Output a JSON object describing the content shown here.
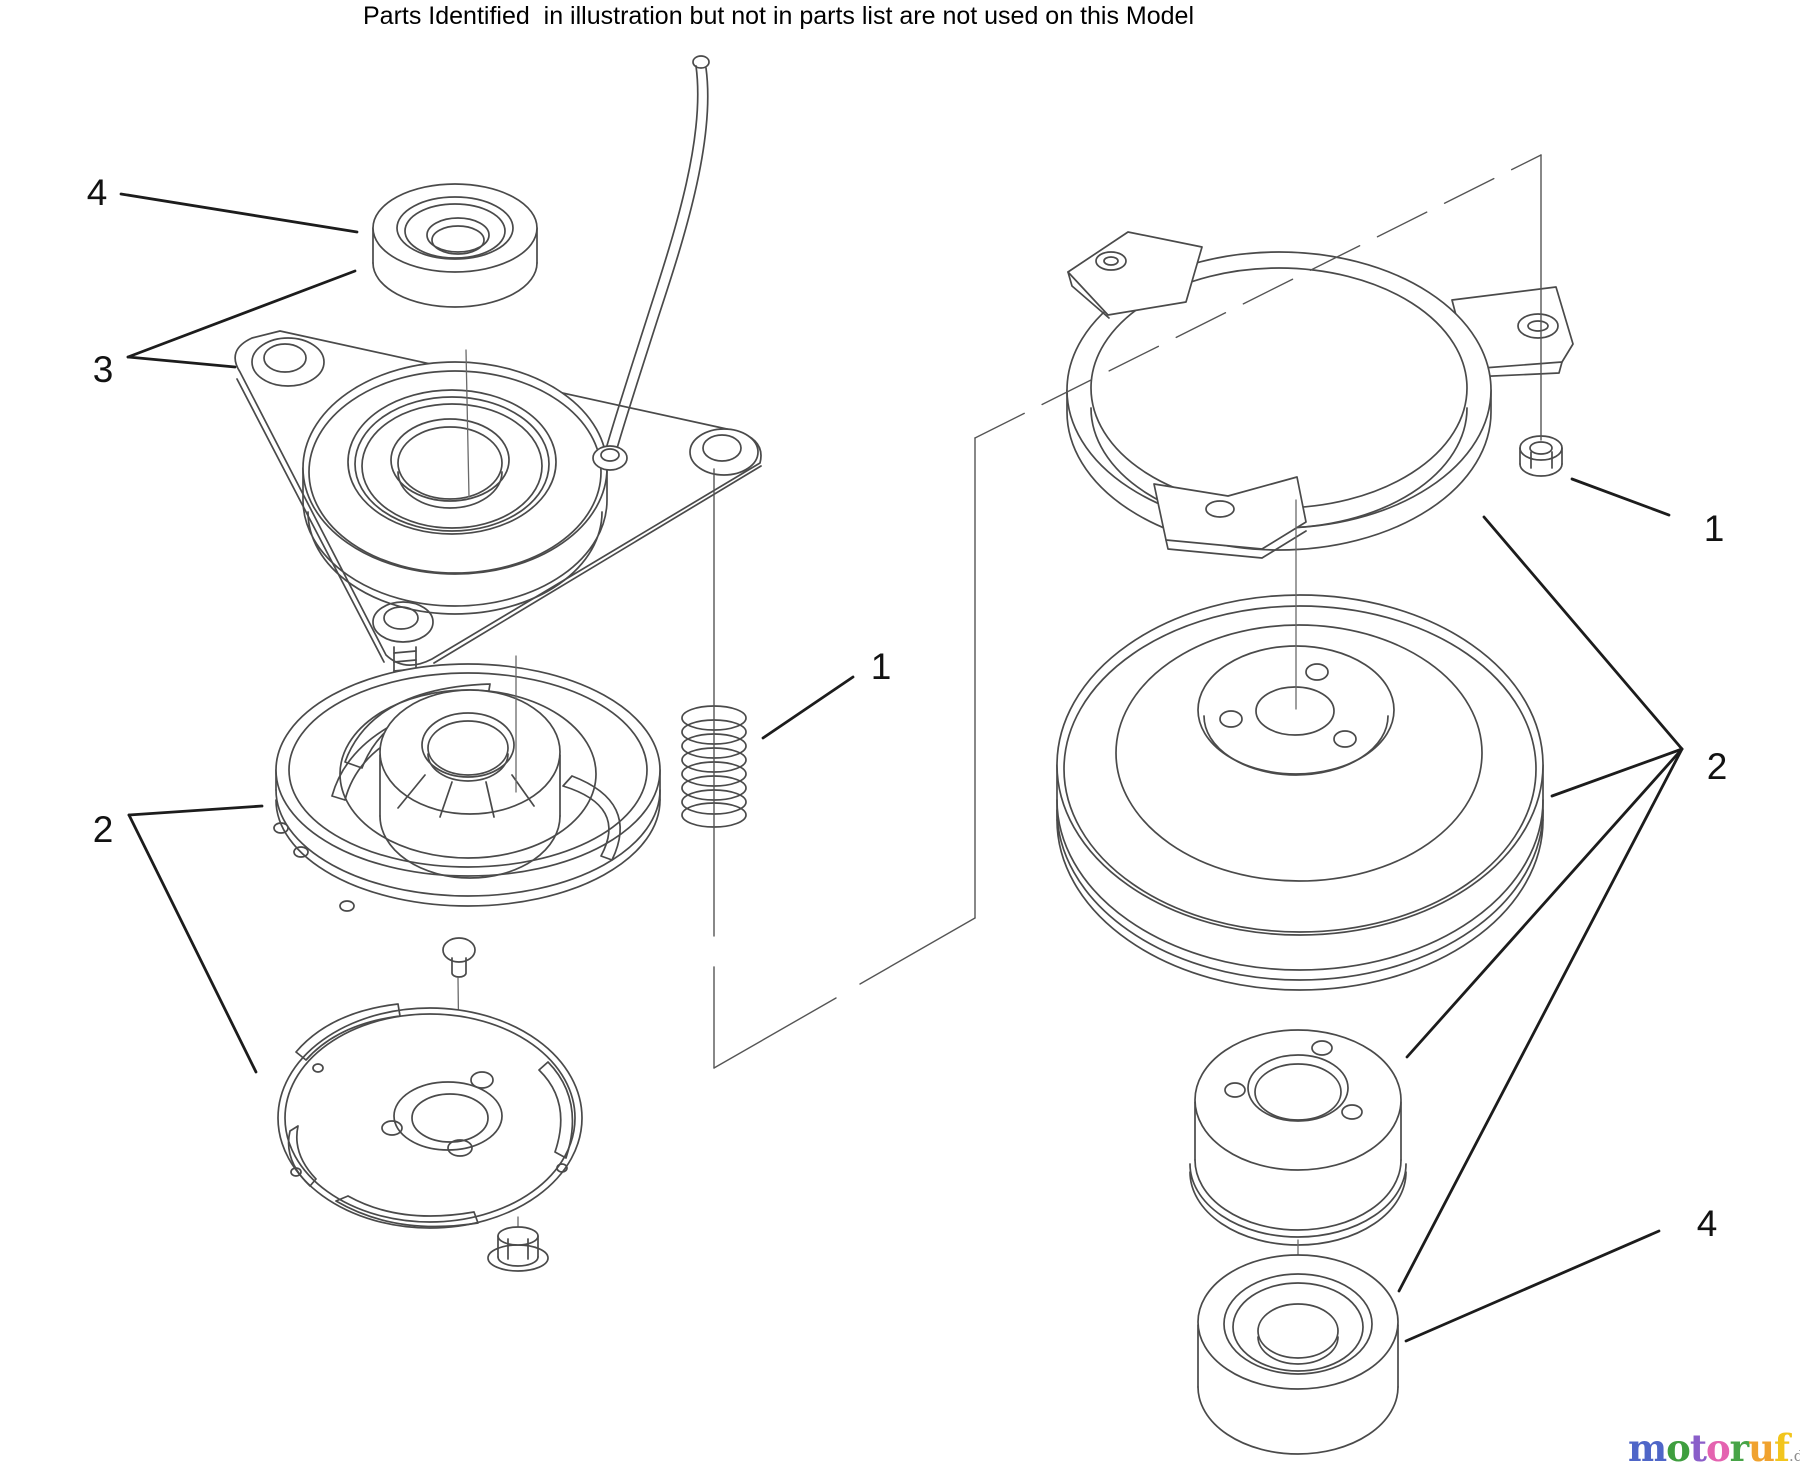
{
  "title": "Parts Identified  in illustration but not in parts list are not used on this Model",
  "callouts": {
    "left_bearing": "4",
    "left_field_assembly": "3",
    "left_rotor_armature": "2",
    "left_spring": "1",
    "right_nut": "1",
    "right_clutch_group": "2",
    "right_bearing": "4"
  },
  "drawing": {
    "ink": "#4a4a4a",
    "callout_ink": "#1c1c1c"
  },
  "logo": {
    "letters": [
      {
        "ch": "m",
        "color": "#4f66c8"
      },
      {
        "ch": "o",
        "color": "#3f9e3f"
      },
      {
        "ch": "t",
        "color": "#8a5ec9"
      },
      {
        "ch": "o",
        "color": "#e463b0"
      },
      {
        "ch": "r",
        "color": "#47a447"
      },
      {
        "ch": "u",
        "color": "#f0a22e"
      },
      {
        "ch": "f",
        "color": "#f2c51d"
      }
    ],
    "suffix": ".de",
    "suffix_color": "#8f8f8f"
  }
}
